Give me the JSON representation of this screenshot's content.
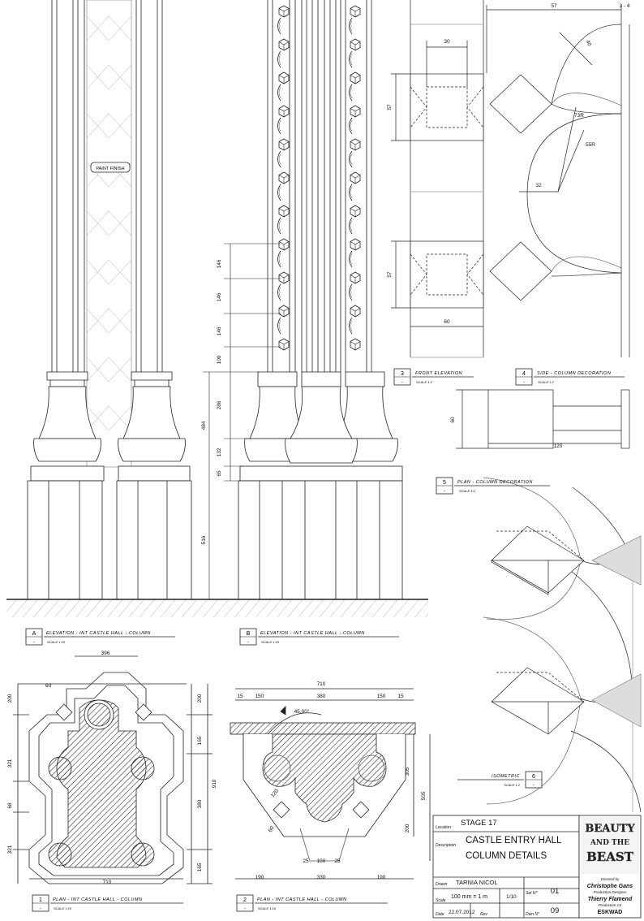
{
  "sheet": {
    "paint_finish_label": "PAINT FINISH",
    "details": [
      {
        "id": "detail-a",
        "number": "A",
        "sub": "-",
        "title": "ELEVATION  -  INT CASTLE HALL - COLUMN",
        "scale": "SCALE 1:10"
      },
      {
        "id": "detail-b",
        "number": "B",
        "sub": "-",
        "title": "ELEVATION  -  INT CASTLE HALL - COLUMN",
        "scale": "SCALE 1:10"
      },
      {
        "id": "detail-1",
        "number": "1",
        "sub": "-",
        "title": "PLAN  -  INT CASTLE HALL - COLUMN",
        "scale": "SCALE 1:10"
      },
      {
        "id": "detail-2",
        "number": "2",
        "sub": "-",
        "title": "PLAN  -  INT CASTLE HALL - COLUMN",
        "scale": "SCALE 1:10"
      },
      {
        "id": "detail-3",
        "number": "3",
        "sub": "-",
        "title": "FRONT  ELEVATION",
        "scale": "SCALE 1:2"
      },
      {
        "id": "detail-4",
        "number": "4",
        "sub": "-",
        "title": "SIDE - COLUMN DECORATION",
        "scale": "SCALE 1:2"
      },
      {
        "id": "detail-5",
        "number": "5",
        "sub": "-",
        "title": "PLAN - COLUMN DECORATION",
        "scale": "SCALE 1:2"
      },
      {
        "id": "detail-6",
        "number": "6",
        "sub": "-",
        "title": "ISOMETRIC",
        "scale": "SCALE 1:2"
      }
    ],
    "dimensions": {
      "elev_b": [
        "146",
        "146",
        "146",
        "100",
        "286",
        "484",
        "132",
        "65",
        "516"
      ],
      "plan1": [
        "396",
        "60",
        "200",
        "321",
        "68",
        "321",
        "200",
        "165",
        "910",
        "380",
        "165",
        "710"
      ],
      "plan2": [
        "710",
        "15",
        "150",
        "380",
        "150",
        "15",
        "45.00°",
        "305",
        "505",
        "120",
        "60",
        "200",
        "25",
        "100",
        "25",
        "190",
        "330",
        "190"
      ],
      "front_elev": [
        "30",
        "57",
        "57",
        "60"
      ],
      "side_dec": [
        "57",
        "3 - 4",
        "40",
        "73R",
        "55R",
        "32",
        "60",
        "120"
      ]
    }
  },
  "title_block": {
    "location_label": "Location",
    "location_value": "STAGE 17",
    "description_label": "Description",
    "description_line1": "CASTLE ENTRY HALL",
    "description_line2": "COLUMN DETAILS",
    "drawn_label": "Drawn",
    "drawn_value": "TARNIA NICOL",
    "scale_label": "Scale",
    "scale_value": "100 mm = 1 m",
    "scale_ratio": "1/10",
    "set_label": "Set N°",
    "set_value": "01",
    "date_label": "Date",
    "date_value": "22.07.2012",
    "rev_label": "Rev",
    "dwn_label": "Dwn N°",
    "dwn_value": "09"
  },
  "credits": {
    "logo_line1": "BEAUTY",
    "logo_line2": "AND THE",
    "logo_line3": "BEAST",
    "directed_label": "Directed by",
    "director": "Christophe Gans",
    "designer_label": "Production Designer",
    "designer": "Thierry Flamend",
    "company_label": "Production Co",
    "company": "ESKWAD"
  }
}
